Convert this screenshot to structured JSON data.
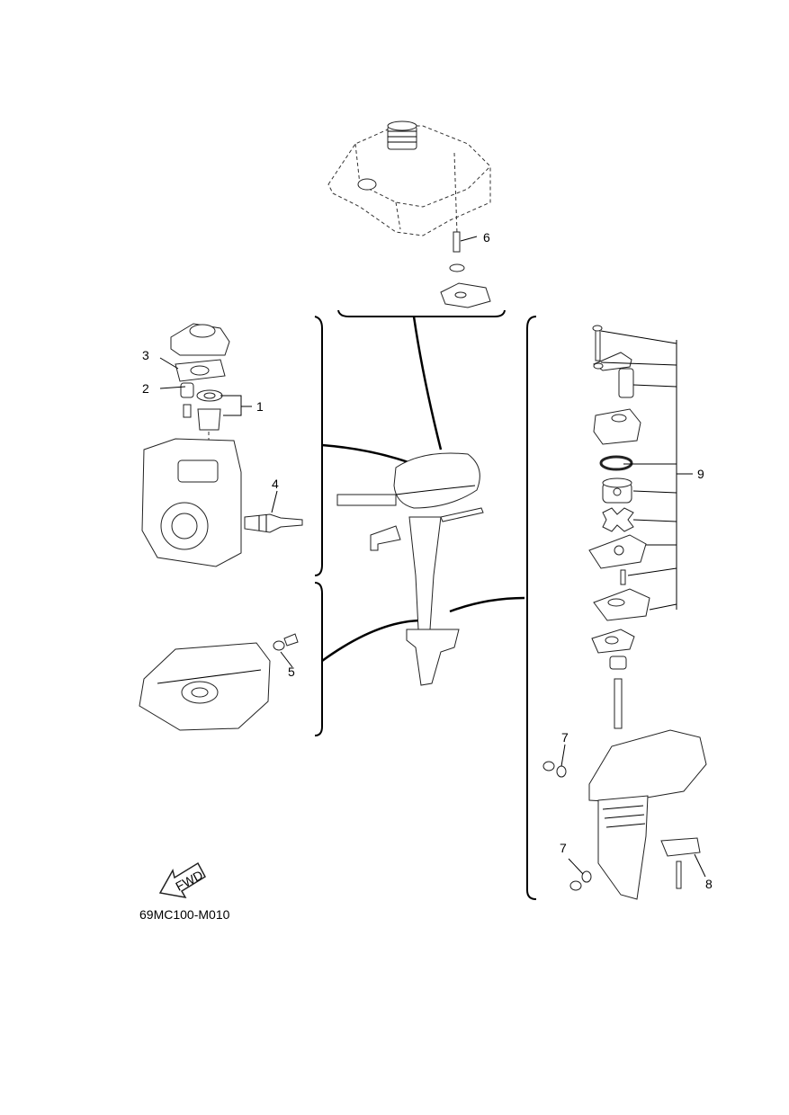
{
  "drawing_code": "69MC100-M010",
  "fwd_label": "FWD",
  "callouts": {
    "c1": "1",
    "c2": "2",
    "c3": "3",
    "c4": "4",
    "c5": "5",
    "c6": "6",
    "c7a": "7",
    "c7b": "7",
    "c8": "8",
    "c9": "9"
  }
}
